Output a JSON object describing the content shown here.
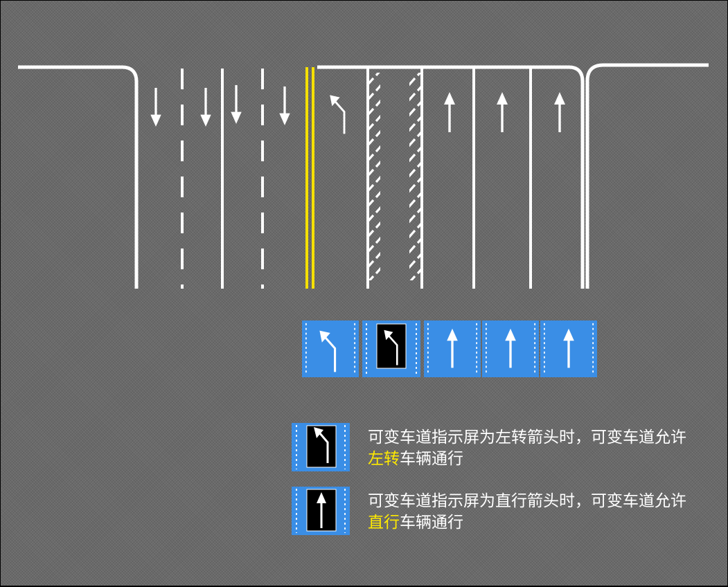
{
  "colors": {
    "road": "#6a6a6a",
    "marking": "#ffffff",
    "center_line": "#f5e000",
    "sign_panel": "#3a8ee6",
    "screen": "#000000",
    "highlight": "#ffea00"
  },
  "lanes": {
    "southbound": [
      "straight",
      "straight",
      "straight",
      "straight"
    ],
    "northbound": [
      "left-turn",
      "variable",
      "straight",
      "straight",
      "straight"
    ]
  },
  "signs": [
    {
      "id": "sign-left-turn",
      "arrow": "left-turn",
      "variable_screen": false
    },
    {
      "id": "sign-variable",
      "arrow": "left-turn",
      "variable_screen": true
    },
    {
      "id": "sign-straight-1",
      "arrow": "straight",
      "variable_screen": false
    },
    {
      "id": "sign-straight-2",
      "arrow": "straight",
      "variable_screen": false
    },
    {
      "id": "sign-straight-3",
      "arrow": "straight",
      "variable_screen": false
    }
  ],
  "legend": [
    {
      "arrow": "left-turn",
      "text_before": "可变车道指示屏为左转箭头时，可变车道允许",
      "highlight": "左转",
      "text_after": "车辆通行"
    },
    {
      "arrow": "straight",
      "text_before": "可变车道指示屏为直行箭头时，可变车道允许",
      "highlight": "直行",
      "text_after": "车辆通行"
    }
  ]
}
